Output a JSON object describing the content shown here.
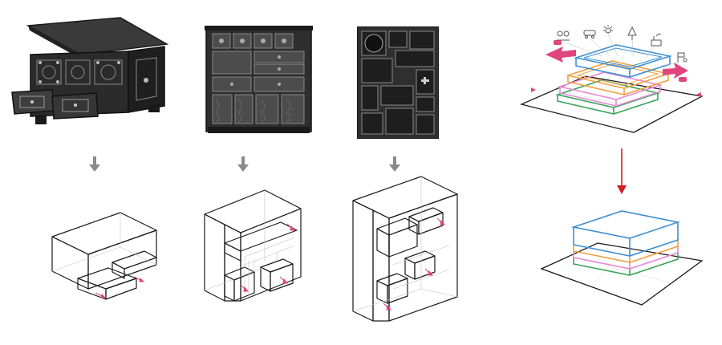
{
  "colors": {
    "background": "#ffffff",
    "photo_dark": "#2a2a2a",
    "photo_mid": "#5a5a5a",
    "photo_light": "#9a9a9a",
    "line": "#1a1a1a",
    "gray_arrow": "#8a8a8a",
    "red_arrow": "#d21f26",
    "magenta_arrow": "#e0457b",
    "layer_blue": "#3d8fd1",
    "layer_orange": "#f0a040",
    "layer_pink": "#e58ad3",
    "layer_green": "#3aa35a"
  },
  "panels": [
    {
      "id": "chest",
      "photo": "antique-chest-with-open-lid",
      "diagram": "chest-box-with-drawers"
    },
    {
      "id": "cabinet",
      "photo": "carved-wooden-cabinet",
      "diagram": "cabinet-box-with-compartments"
    },
    {
      "id": "shelf",
      "photo": "dark-compartment-shelf",
      "diagram": "shelf-box-with-blocks"
    }
  ],
  "stack": {
    "layers_top": [
      "blue",
      "orange",
      "pink",
      "green"
    ],
    "icons": [
      "people-icon",
      "car-icon",
      "sun-icon",
      "tree-icon",
      "factory-icon",
      "flag-icon"
    ]
  }
}
